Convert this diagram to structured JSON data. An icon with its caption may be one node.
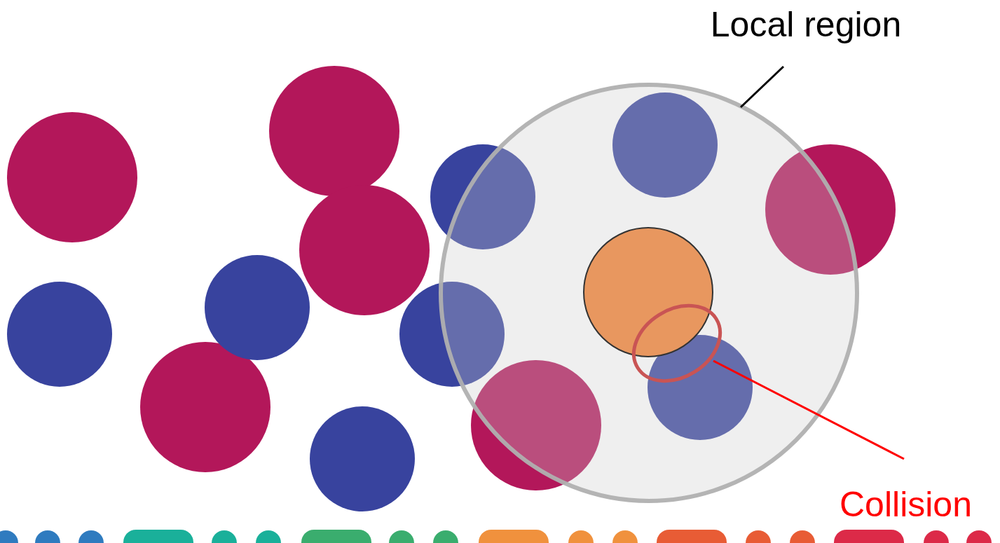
{
  "diagram": {
    "nodes": [
      {
        "text": [
          "Local region"
        ]
      },
      {
        "text": [],
        "shape": "circle"
      },
      {
        "text": [
          "Collision"
        ]
      },
      {
        "text": [],
        "shape": "circle",
        "in": 1
      }
    ],
    "edges": [
      {
        "from": 0,
        "to": 1,
        "arrow": "none"
      },
      {
        "from": 2,
        "to": 3,
        "arrow": "none",
        "color": "#ff0000"
      }
    ]
  }
}
